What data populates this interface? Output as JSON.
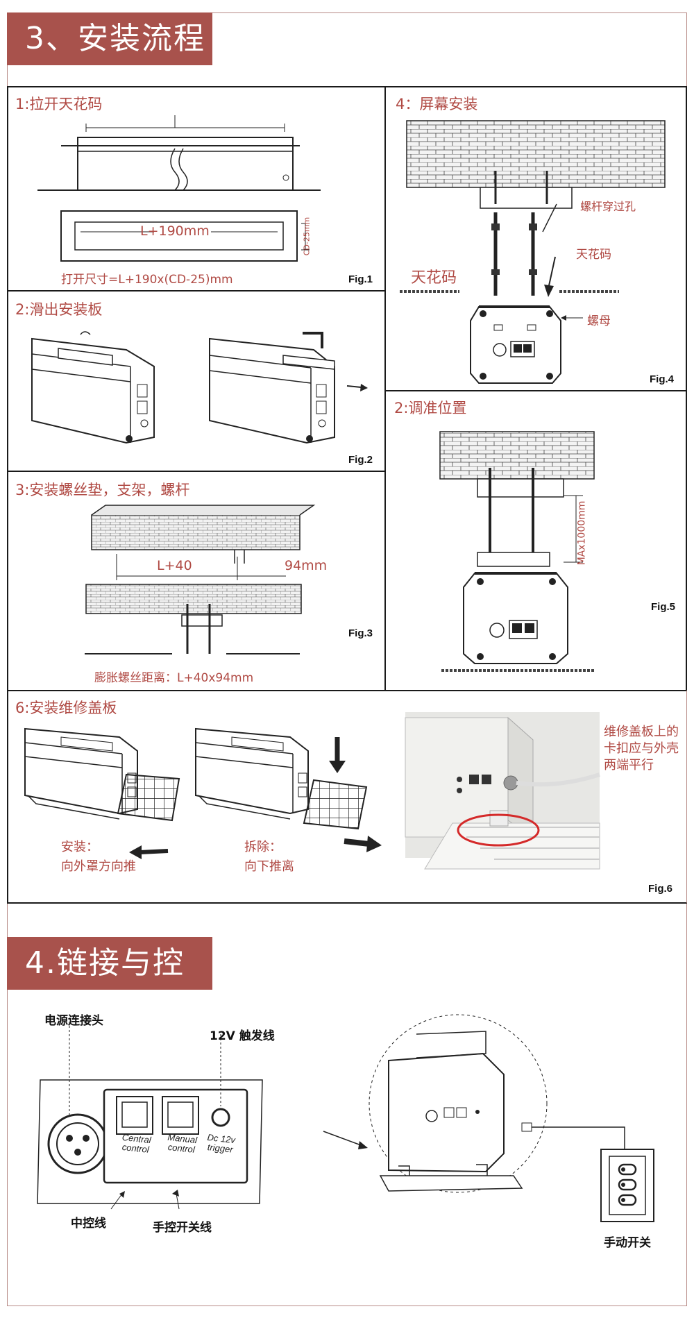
{
  "section3": {
    "title": "3、安装流程"
  },
  "fig1": {
    "title": "1:拉开天花码",
    "dim_inner": "L+190mm",
    "dim_side": "CD-25mm",
    "caption": "打开尺寸=L+190x(CD-25)mm",
    "label": "Fig.1"
  },
  "fig2": {
    "title": "2:滑出安装板",
    "label": "Fig.2"
  },
  "fig3": {
    "title": "3:安装螺丝垫，支架，螺杆",
    "dim_length": "L+40",
    "dim_width": "94mm",
    "caption": "膨胀螺丝距离：L+40x94mm",
    "label": "Fig.3"
  },
  "fig4": {
    "title": "4：屏幕安装",
    "note_hole": "螺杆穿过孔",
    "left_label": "天花码",
    "right_label": "天花码",
    "nut_label": "螺母",
    "label": "Fig.4"
  },
  "fig5": {
    "title": "2:调准位置",
    "dim_vertical": "MAx1000mm",
    "label": "Fig.5"
  },
  "fig6": {
    "title": "6:安装维修盖板",
    "install_label": "安装：",
    "install_text": "向外罩方向推",
    "remove_label": "拆除：",
    "remove_text": "向下推离",
    "note": [
      "维修盖板上的",
      "卡扣应与外壳",
      "两端平行"
    ],
    "label": "Fig.6"
  },
  "section4": {
    "title": "4.链接与控制",
    "power_label": "电源连接头",
    "trigger_label": "12V 触发线",
    "port1": [
      "Central",
      "control"
    ],
    "port2": [
      "Manual",
      "control"
    ],
    "port3": [
      "Dc 12v",
      "trigger"
    ],
    "central_label": "中控线",
    "manual_label": "手控开关线",
    "switch_label": "手动开关"
  },
  "colors": {
    "accent": "#a8524c",
    "text_red": "#b04a44",
    "frame": "#b78a86"
  }
}
